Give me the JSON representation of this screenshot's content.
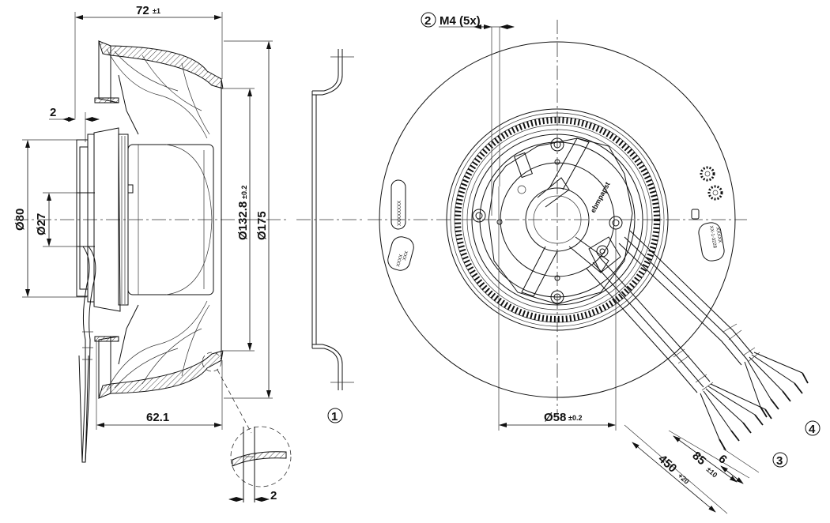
{
  "dimensions": {
    "width_total": "72",
    "width_total_tol": "±1",
    "offset_left": "2",
    "dia_80": "Ø80",
    "dia_27": "Ø27",
    "dia_132": "Ø132.8",
    "dia_132_tol": "±0.2",
    "dia_175": "Ø175",
    "length_62": "62.1",
    "detail_2": "2",
    "dia_58": "Ø58",
    "dia_58_tol": "±0.2",
    "cable_450": "450",
    "cable_450_tol": "+20",
    "cable_85": "85",
    "cable_85_tol": "±10",
    "strip_6": "6"
  },
  "callouts": {
    "c1": "1",
    "c2": "2",
    "c2_text": "M4 (5x)",
    "c3": "3",
    "c4": "4"
  },
  "labels": {
    "ring_left": "XXXXXXXX",
    "ring_left2a": "XXXX",
    "ring_left2b": "XXX",
    "ring_right1": "XXXXX",
    "ring_right2": "XX-1-3228",
    "hub_brand": "ebmpapst"
  }
}
